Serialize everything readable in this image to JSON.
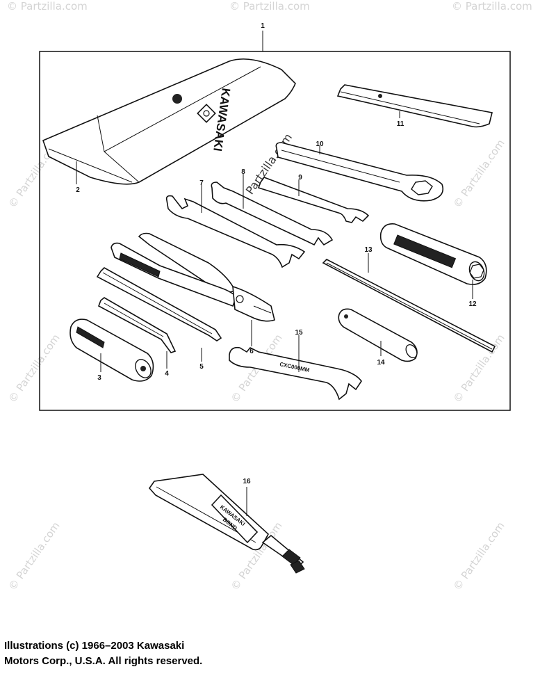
{
  "callouts": [
    "1",
    "2",
    "3",
    "4",
    "5",
    "6",
    "7",
    "8",
    "9",
    "10",
    "11",
    "12",
    "13",
    "14",
    "15",
    "16"
  ],
  "brand": {
    "pouch_text": "KAWASAKI",
    "wrench_text": "CXC000MM",
    "tube_text_1": "KAWASAKI",
    "tube_text_2": "BOND"
  },
  "watermark": {
    "text": "© Partzilla.com"
  },
  "copyright": {
    "line1": "Illustrations (c) 1966–2003 Kawasaki",
    "line2": "Motors Corp., U.S.A.  All rights reserved."
  }
}
